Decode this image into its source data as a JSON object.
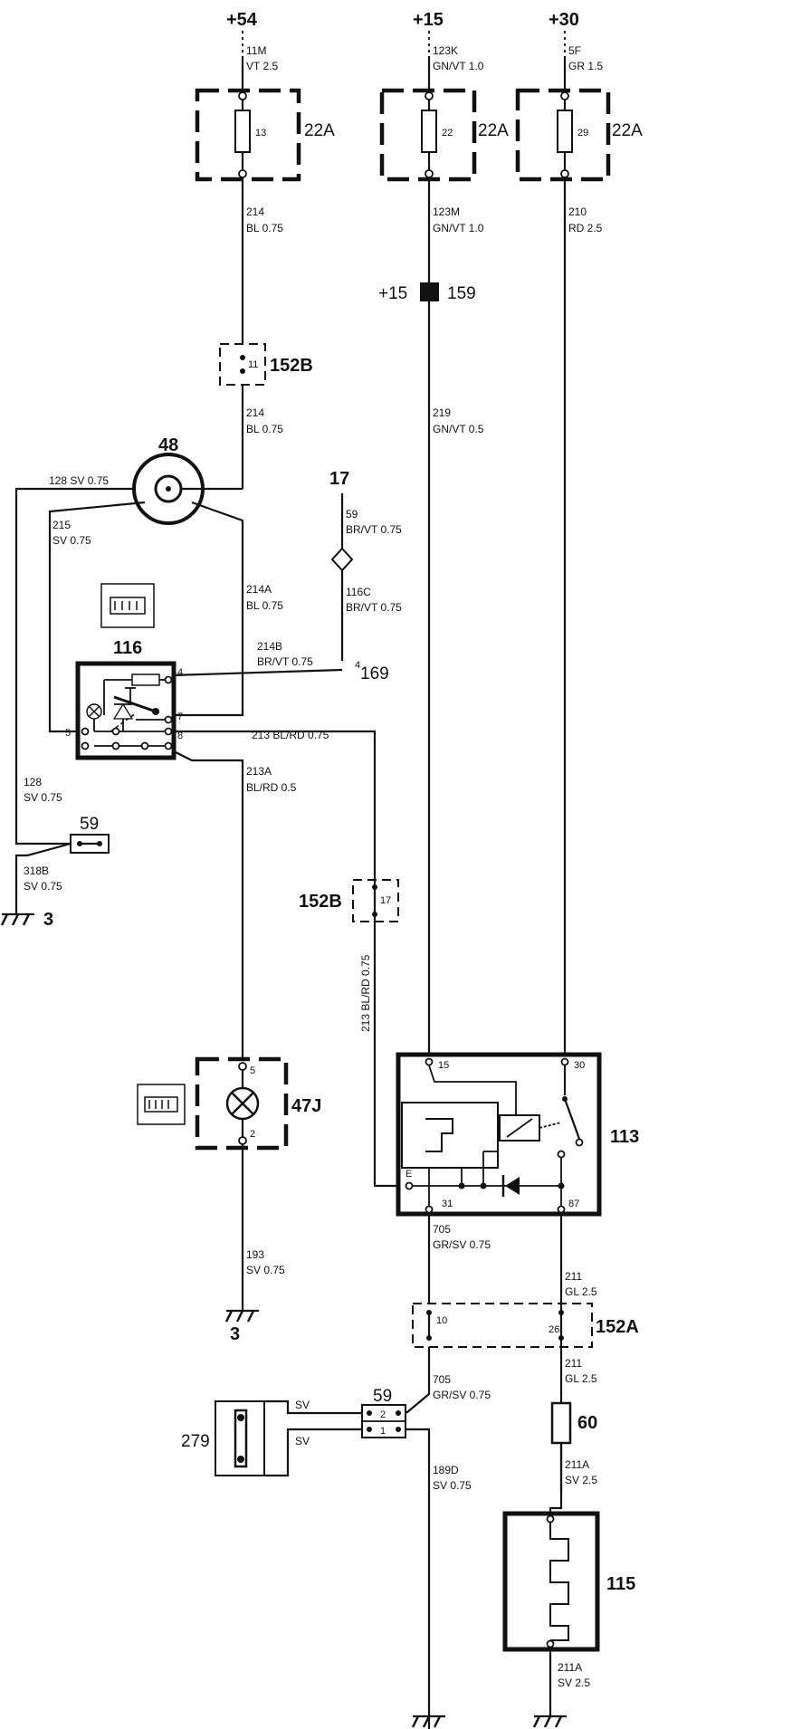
{
  "supplies": {
    "s54": "+54",
    "s15": "+15",
    "s30": "+30",
    "s15b": "+15"
  },
  "wires": {
    "w11m": [
      "11M",
      "VT 2.5"
    ],
    "w123k": [
      "123K",
      "GN/VT 1.0"
    ],
    "w5f": [
      "5F",
      "GR 1.5"
    ],
    "w214a_top": [
      "214",
      "BL 0.75"
    ],
    "w123m": [
      "123M",
      "GN/VT 1.0"
    ],
    "w210": [
      "210",
      "RD 2.5"
    ],
    "w214_mid": [
      "214",
      "BL 0.75"
    ],
    "w219": [
      "219",
      "GN/VT 0.5"
    ],
    "w128top": "128 SV 0.75",
    "w215": [
      "215",
      "SV 0.75"
    ],
    "w214A": [
      "214A",
      "BL 0.75"
    ],
    "w59": [
      "59",
      "BR/VT 0.75"
    ],
    "w116c": [
      "116C",
      "BR/VT 0.75"
    ],
    "w214b": [
      "214B",
      "BR/VT 0.75"
    ],
    "w213": "213 BL/RD 0.75",
    "w213a": [
      "213A",
      "BL/RD 0.5"
    ],
    "w128left": [
      "128",
      "SV 0.75"
    ],
    "w318b": [
      "318B",
      "SV 0.75"
    ],
    "w213v": "213 BL/RD 0.75",
    "w193": [
      "193",
      "SV 0.75"
    ],
    "w705a": [
      "705",
      "GR/SV 0.75"
    ],
    "w211a": [
      "211",
      "GL 2.5"
    ],
    "w211b": [
      "211",
      "GL 2.5"
    ],
    "w705b": [
      "705",
      "GR/SV 0.75"
    ],
    "w189d": [
      "189D",
      "SV 0.75"
    ],
    "w211A_top": [
      "211A",
      "SV 2.5"
    ],
    "w211A_bot": [
      "211A",
      "SV 2.5"
    ],
    "sv1": "SV",
    "sv2": "SV"
  },
  "components": {
    "fuse13": "13",
    "fuse22": "22",
    "fuse29": "29",
    "fb1": "22A",
    "fb2": "22A",
    "fb3": "22A",
    "c159": "159",
    "c152b_top": "152B",
    "pin11": "11",
    "c48": "48",
    "c17": "17",
    "c116": "116",
    "c169": "169",
    "pin4_169": "4",
    "c59a": "59",
    "gnd3a": "3",
    "c152b_mid": "152B",
    "pin17": "17",
    "c47j": "47J",
    "gnd3b": "3",
    "c113": "113",
    "c152a": "152A",
    "pin10": "10",
    "pin26": "26",
    "c59b": "59",
    "c279": "279",
    "c60": "60",
    "c115": "115"
  },
  "pins": {
    "p116_4": "4",
    "p116_7": "7",
    "p116_8": "8",
    "p116_5": "5",
    "p47_5": "5",
    "p47_2": "2",
    "p113_15": "15",
    "p113_30": "30",
    "p113_e": "E",
    "p113_31": "31",
    "p113_87": "87",
    "p59b_2": "2",
    "p59b_1": "1"
  }
}
